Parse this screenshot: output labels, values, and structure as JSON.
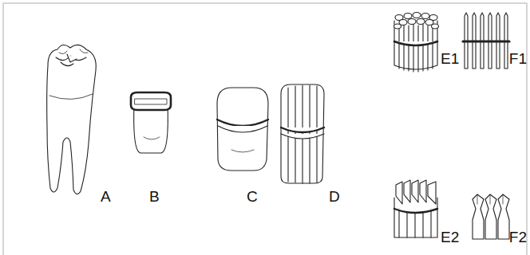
{
  "diagram": {
    "labels": [
      "A",
      "B",
      "C",
      "D",
      "E1",
      "F1",
      "E2",
      "F2"
    ]
  }
}
